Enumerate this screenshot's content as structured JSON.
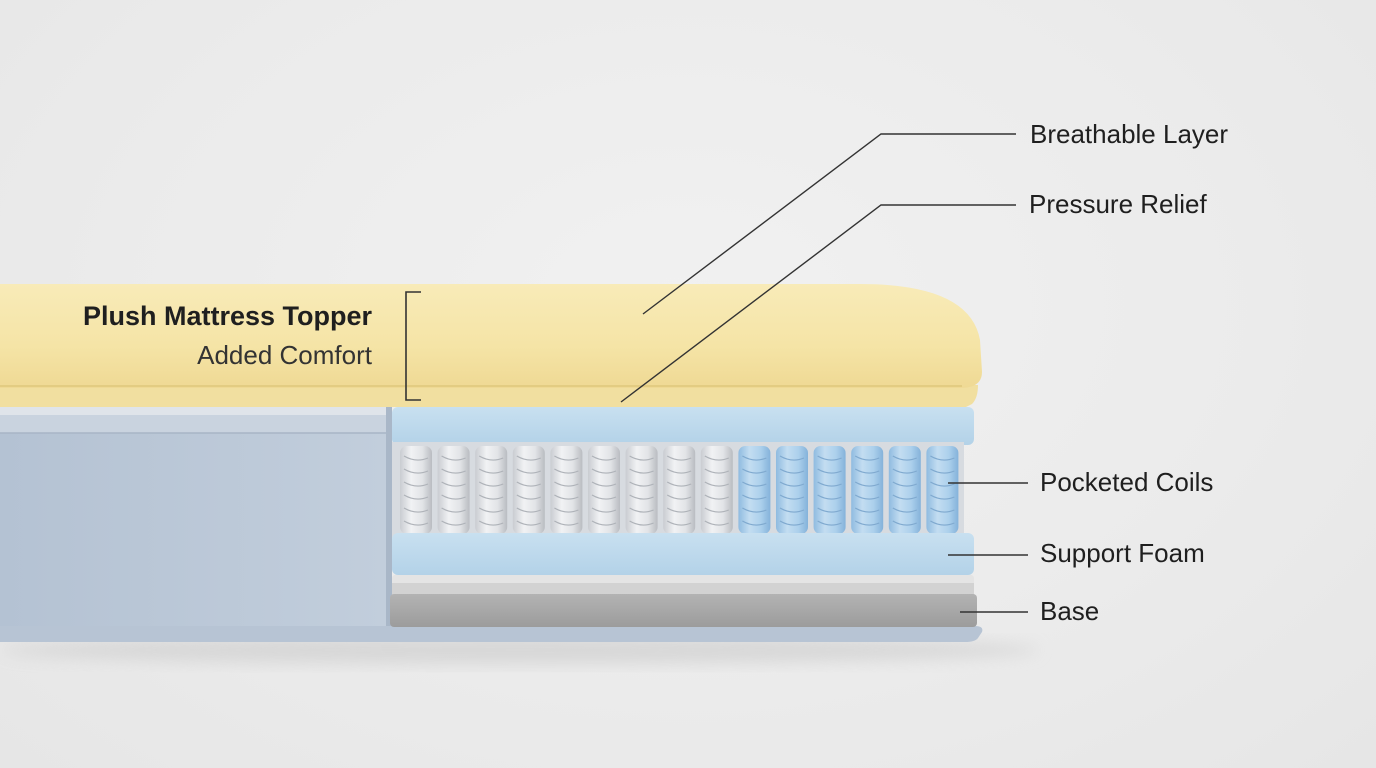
{
  "topper": {
    "title": "Plush Mattress Topper",
    "subtitle": "Added Comfort"
  },
  "callouts": {
    "breathable_layer": "Breathable Layer",
    "pressure_relief": "Pressure Relief",
    "pocketed_coils": "Pocketed Coils",
    "support_foam": "Support Foam",
    "base": "Base"
  },
  "colors": {
    "background": "#ebebeb",
    "topper": "#f6e7ad",
    "cover": "#b9c6d6",
    "blue_foam": "#bcd8eb",
    "coil_white": "#e3e5e8",
    "coil_blue": "#aacde9",
    "base": "#a9a9a9",
    "line": "#333333"
  }
}
